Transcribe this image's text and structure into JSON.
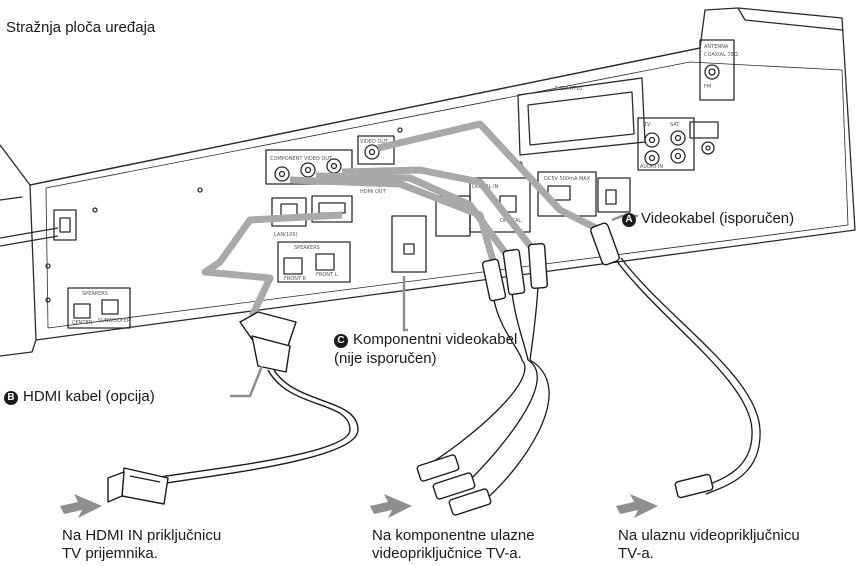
{
  "title": "Stražnja ploča uređaja",
  "panel_text": {
    "ez_label": "E-ZW-RT10",
    "component_out": "COMPONENT VIDEO OUT",
    "video_out": "VIDEO OUT",
    "hdmi_out": "HDMI OUT",
    "lan": "LAN(100)",
    "speakers_front": "SPEAKERS",
    "front_r": "FRONT R",
    "front_l": "FRONT L",
    "speakers_bottom": "SPEAKERS",
    "center": "CENTER",
    "subwoofer": "SUBWOOFER",
    "optical": "OPTICAL",
    "digital_in": "DIGITAL IN",
    "dc_label": "DC5V 500mA MAX",
    "antenna": "ANTENNA",
    "coaxial": "COAXIAL 75Ω",
    "fm": "FM",
    "audio_in": "AUDIO IN",
    "tv": "TV",
    "sat": "SAT"
  },
  "labels": {
    "a_marker": "A",
    "a_text": "Videokabel (isporučen)",
    "b_marker": "B",
    "b_text": "HDMI kabel (opcija)",
    "c_marker": "C",
    "c_line1": "Komponentni videokabel",
    "c_line2": "(nije isporučen)"
  },
  "captions": {
    "hdmi_line1": "Na HDMI IN priključnicu",
    "hdmi_line2": "TV prijemnika.",
    "component_line1": "Na komponentne ulazne",
    "component_line2": "videopriključnice TV-a.",
    "video_line1": "Na ulaznu videopriključnicu",
    "video_line2": "TV-a."
  },
  "colors": {
    "panel_line": "#2b2b2b",
    "cable_route": "#a9a9a9",
    "arrow": "#8f8f8f",
    "marker": "#1a1a1a"
  },
  "icons": [
    "power-cord-icon",
    "hdmi-plug-icon",
    "rca-plug-icon",
    "direction-arrow-icon"
  ]
}
